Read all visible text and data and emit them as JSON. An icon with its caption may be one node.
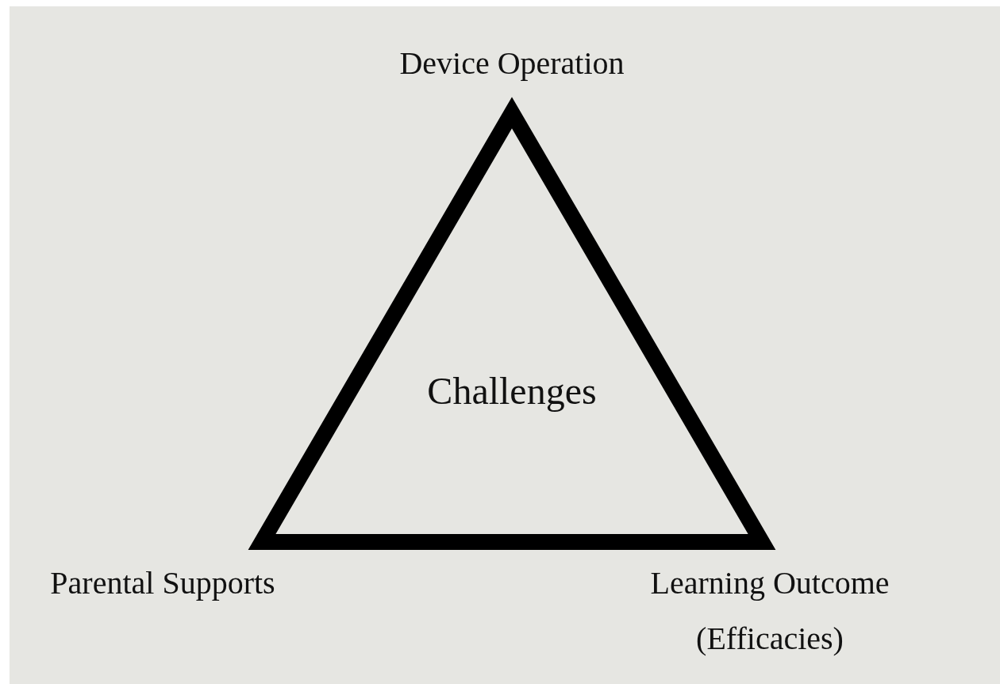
{
  "diagram": {
    "nodes": [
      {
        "text": [
          "Challenges"
        ]
      }
    ],
    "labels": [
      "Device Operation",
      "Parental Supports",
      "Learning Outcome (Efficacies)"
    ]
  }
}
